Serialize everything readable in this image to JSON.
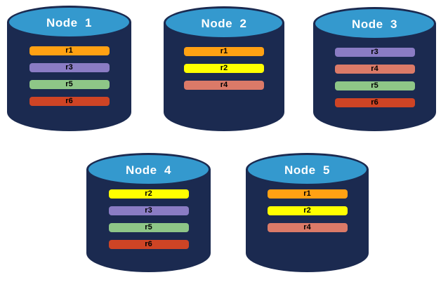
{
  "diagram": {
    "background_color": "#FFFFFF",
    "cylinder": {
      "body_color": "#1B2A50",
      "top_color": "#3499CE",
      "label_color": "#FFFFFF"
    },
    "replica_colors": {
      "r1": "#FFA113",
      "r2": "#FFFF00",
      "r3": "#8A7CC4",
      "r4": "#DB7A68",
      "r5": "#8EC687",
      "r6": "#CE4425"
    },
    "nodes": [
      {
        "label": "Node  1",
        "replicas": [
          {
            "id": "r1",
            "color": "#FFA113"
          },
          {
            "id": "r3",
            "color": "#8A7CC4"
          },
          {
            "id": "r5",
            "color": "#8EC687"
          },
          {
            "id": "r6",
            "color": "#CE4425"
          }
        ]
      },
      {
        "label": "Node  2",
        "replicas": [
          {
            "id": "r1",
            "color": "#FFA113"
          },
          {
            "id": "r2",
            "color": "#FFFF00"
          },
          {
            "id": "r4",
            "color": "#DB7A68"
          }
        ]
      },
      {
        "label": "Node  3",
        "replicas": [
          {
            "id": "r3",
            "color": "#8A7CC4"
          },
          {
            "id": "r4",
            "color": "#DB7A68"
          },
          {
            "id": "r5",
            "color": "#8EC687"
          },
          {
            "id": "r6",
            "color": "#CE4425"
          }
        ]
      },
      {
        "label": "Node  4",
        "replicas": [
          {
            "id": "r2",
            "color": "#FFFF00"
          },
          {
            "id": "r3",
            "color": "#8A7CC4"
          },
          {
            "id": "r5",
            "color": "#8EC687"
          },
          {
            "id": "r6",
            "color": "#CE4425"
          }
        ]
      },
      {
        "label": "Node  5",
        "replicas": [
          {
            "id": "r1",
            "color": "#FFA113"
          },
          {
            "id": "r2",
            "color": "#FFFF00"
          },
          {
            "id": "r4",
            "color": "#DB7A68"
          }
        ]
      }
    ]
  }
}
